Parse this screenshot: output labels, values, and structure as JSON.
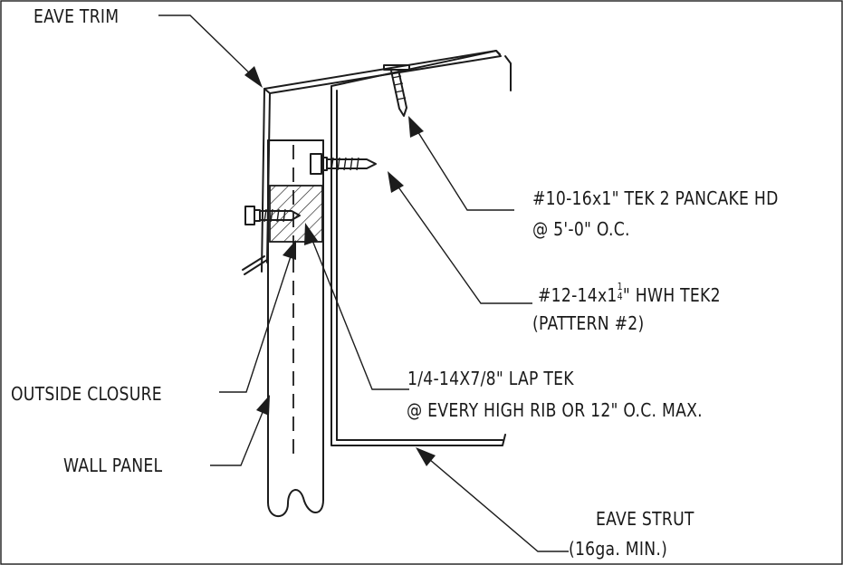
{
  "labels": {
    "eave_trim": "EAVE TRIM",
    "pancake_line1": "#10-16x1\" TEK 2 PANCAKE HD",
    "pancake_line2": "@ 5'-0\" O.C.",
    "hwh_line1_a": "#12-14x1",
    "hwh_frac_num": "1",
    "hwh_frac_den": "4",
    "hwh_line1_b": "\" HWH TEK2",
    "hwh_line2": "(PATTERN #2)",
    "lap_line1": "1/4-14X7/8\" LAP TEK",
    "lap_line2": "@ EVERY HIGH RIB OR 12\" O.C. MAX.",
    "outside_closure": "OUTSIDE CLOSURE",
    "wall_panel": "WALL PANEL",
    "eave_strut_line1": "EAVE STRUT",
    "eave_strut_line2": "(16ga. MIN.)"
  }
}
